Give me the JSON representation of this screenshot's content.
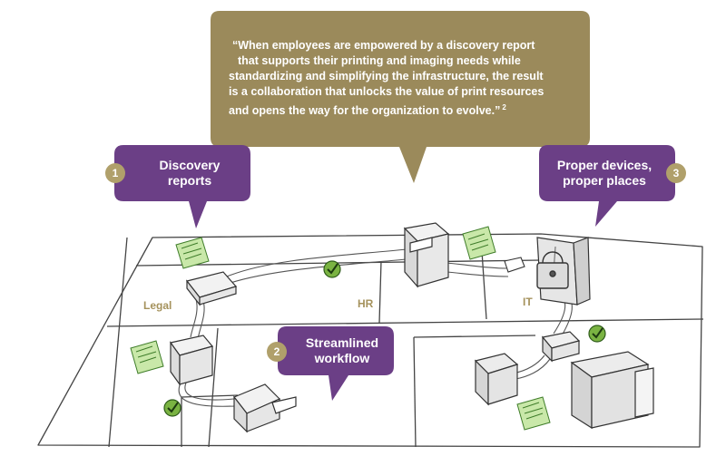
{
  "quote": {
    "lines": [
      "“When employees are empowered by a discovery report",
      "that supports their printing and imaging needs while",
      "standardizing and simplifying the infrastructure, the result",
      "is a collaboration that unlocks the value of print resources",
      "and opens the way for the organization to evolve.”"
    ],
    "footnote": "2"
  },
  "callouts": [
    {
      "number": "1",
      "lines": [
        "Discovery",
        "reports"
      ]
    },
    {
      "number": "2",
      "lines": [
        "Streamlined",
        "workflow"
      ]
    },
    {
      "number": "3",
      "lines": [
        "Proper devices,",
        "proper places"
      ]
    }
  ],
  "rooms": {
    "legal": "Legal",
    "hr": "HR",
    "it": "IT"
  },
  "colors": {
    "quote_bubble": "#9b8a5b",
    "callout_purple": "#6b3f86",
    "number_badge": "#b0a06b",
    "check_green": "#7ab342",
    "document_green": "#c9e8a9"
  },
  "icons": [
    "printer-icon",
    "mfp-icon",
    "server-rack-icon",
    "padlock-icon",
    "document-icon",
    "checkmark-icon"
  ]
}
